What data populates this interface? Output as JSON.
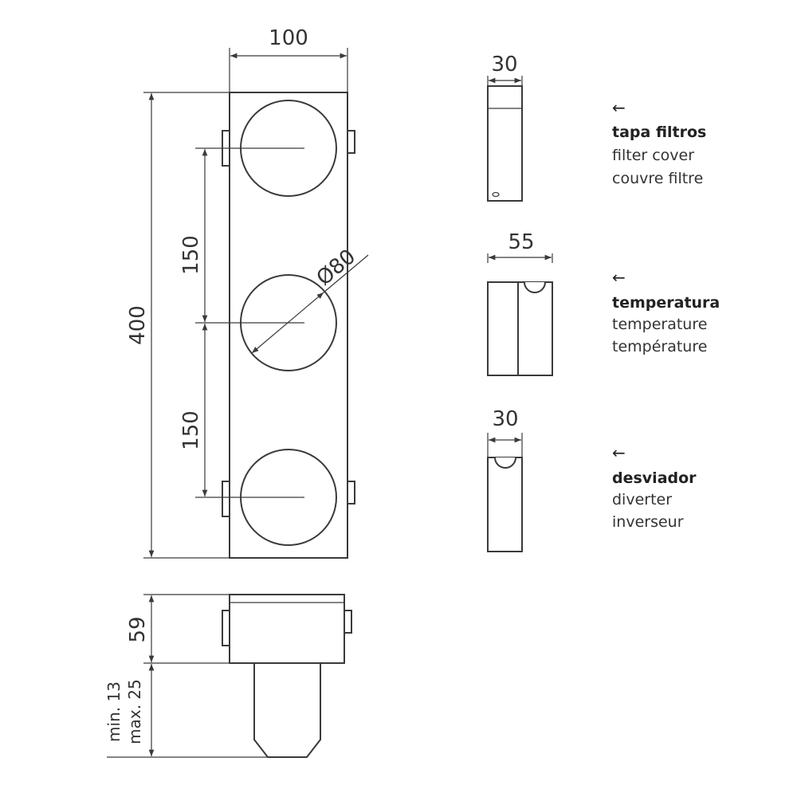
{
  "front_view": {
    "width_label": "100",
    "height_label": "400",
    "spacing_top_label": "150",
    "spacing_bottom_label": "150",
    "diameter_label": "Ø80"
  },
  "side_view": {
    "depth_label": "59",
    "min_label": "min. 13",
    "max_label": "max. 25"
  },
  "parts": [
    {
      "width_label": "30",
      "arrow": "←",
      "name_es": "tapa filtros",
      "name_en": "filter cover",
      "name_fr": "couvre filtre"
    },
    {
      "width_label": "55",
      "arrow": "←",
      "name_es": "temperatura",
      "name_en": "temperature",
      "name_fr": "température"
    },
    {
      "width_label": "30",
      "arrow": "←",
      "name_es": "desviador",
      "name_en": "diverter",
      "name_fr": "inverseur"
    }
  ]
}
